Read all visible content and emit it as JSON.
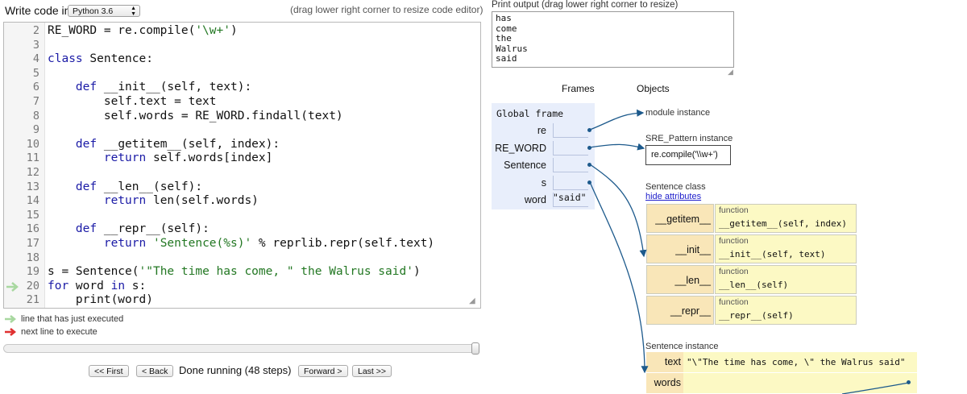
{
  "editor": {
    "write_label": "Write code in",
    "language": "Python 3.6",
    "resize_hint": "(drag lower right corner to resize code editor)",
    "lines": [
      {
        "num": "2",
        "text": "RE_WORD = re.compile('\\w+')"
      },
      {
        "num": "3",
        "text": ""
      },
      {
        "num": "4",
        "text": "class Sentence:"
      },
      {
        "num": "5",
        "text": ""
      },
      {
        "num": "6",
        "text": "    def __init__(self, text):"
      },
      {
        "num": "7",
        "text": "        self.text = text"
      },
      {
        "num": "8",
        "text": "        self.words = RE_WORD.findall(text)"
      },
      {
        "num": "9",
        "text": ""
      },
      {
        "num": "10",
        "text": "    def __getitem__(self, index):"
      },
      {
        "num": "11",
        "text": "        return self.words[index]"
      },
      {
        "num": "12",
        "text": ""
      },
      {
        "num": "13",
        "text": "    def __len__(self):"
      },
      {
        "num": "14",
        "text": "        return len(self.words)"
      },
      {
        "num": "15",
        "text": ""
      },
      {
        "num": "16",
        "text": "    def __repr__(self):"
      },
      {
        "num": "17",
        "text": "        return 'Sentence(%s)' % reprlib.repr(self.text)"
      },
      {
        "num": "18",
        "text": ""
      },
      {
        "num": "19",
        "text": "s = Sentence('\"The time has come, \" the Walrus said')"
      },
      {
        "num": "20",
        "text": "for word in s:"
      },
      {
        "num": "21",
        "text": "    print(word)"
      }
    ],
    "current_line": "20"
  },
  "legend": {
    "just_executed": "line that has just executed",
    "next_line": "next line to execute",
    "just_executed_color": "#a8d8a0",
    "next_line_color": "#e03030"
  },
  "controls": {
    "first": "<< First",
    "back": "< Back",
    "status": "Done running (48 steps)",
    "forward": "Forward >",
    "last": "Last >>",
    "progress": 1.0
  },
  "output": {
    "label": "Print output (drag lower right corner to resize)",
    "text": "has\ncome\nthe\nWalrus\nsaid"
  },
  "viz": {
    "frames_header": "Frames",
    "objects_header": "Objects",
    "global_frame": "Global frame",
    "vars": [
      {
        "name": "re",
        "value": ""
      },
      {
        "name": "RE_WORD",
        "value": ""
      },
      {
        "name": "Sentence",
        "value": ""
      },
      {
        "name": "s",
        "value": ""
      },
      {
        "name": "word",
        "value": "\"said\""
      }
    ],
    "module_label": "module instance",
    "sre_label": "SRE_Pattern instance",
    "sre_value": "re.compile('\\\\w+')",
    "class_label": "Sentence class",
    "hide_attributes": "hide attributes",
    "methods": [
      {
        "name": "__getitem__",
        "kind": "function",
        "sig": "__getitem__(self, index)"
      },
      {
        "name": "__init__",
        "kind": "function",
        "sig": "__init__(self, text)"
      },
      {
        "name": "__len__",
        "kind": "function",
        "sig": "__len__(self)"
      },
      {
        "name": "__repr__",
        "kind": "function",
        "sig": "__repr__(self)"
      }
    ],
    "instance_label": "Sentence instance",
    "instance_attrs": [
      {
        "name": "text",
        "value": "\"\\\"The time has come, \\\" the Walrus said\""
      },
      {
        "name": "words",
        "value": ""
      }
    ],
    "arrow_color": "#1d5a8c"
  }
}
